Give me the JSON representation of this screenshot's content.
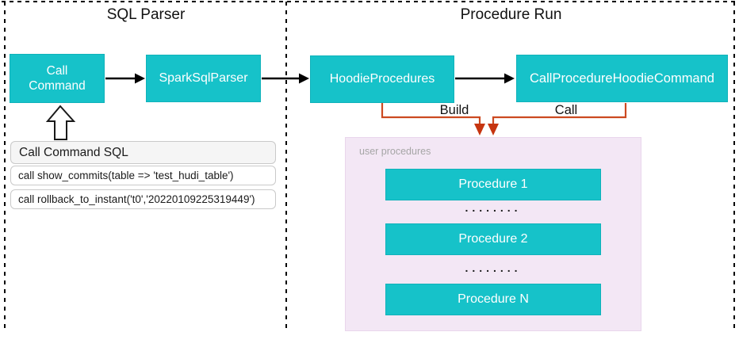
{
  "panels": {
    "left": {
      "title": "SQL Parser"
    },
    "right": {
      "title": "Procedure Run"
    }
  },
  "nodes": {
    "call_command": {
      "label": "Call Command"
    },
    "spark_sql_parser": {
      "label": "SparkSqlParser"
    },
    "hoodie_procedures": {
      "label": "HoodieProcedures"
    },
    "call_procedure_hoodie_command": {
      "label": "CallProcedureHoodieCommand"
    }
  },
  "connectors": {
    "build_label": "Build",
    "call_label": "Call"
  },
  "sql_table": {
    "header": "Call Command SQL",
    "rows": [
      "call show_commits(table => 'test_hudi_table')",
      "call rollback_to_instant('t0','20220109225319449')"
    ]
  },
  "user_procedures": {
    "label": "user procedures",
    "items": [
      "Procedure 1",
      "Procedure 2",
      "Procedure N"
    ],
    "ellipsis": "........"
  },
  "colors": {
    "node_teal": "#16c2c9",
    "container_lavender": "#f3e7f5",
    "connector_orange": "#cc4a21",
    "connector_arrow_red": "#c63510",
    "flow_arrow_black": "#000000",
    "table_header_gray": "#f5f5f5",
    "muted_label_gray": "#a6a6a6"
  }
}
